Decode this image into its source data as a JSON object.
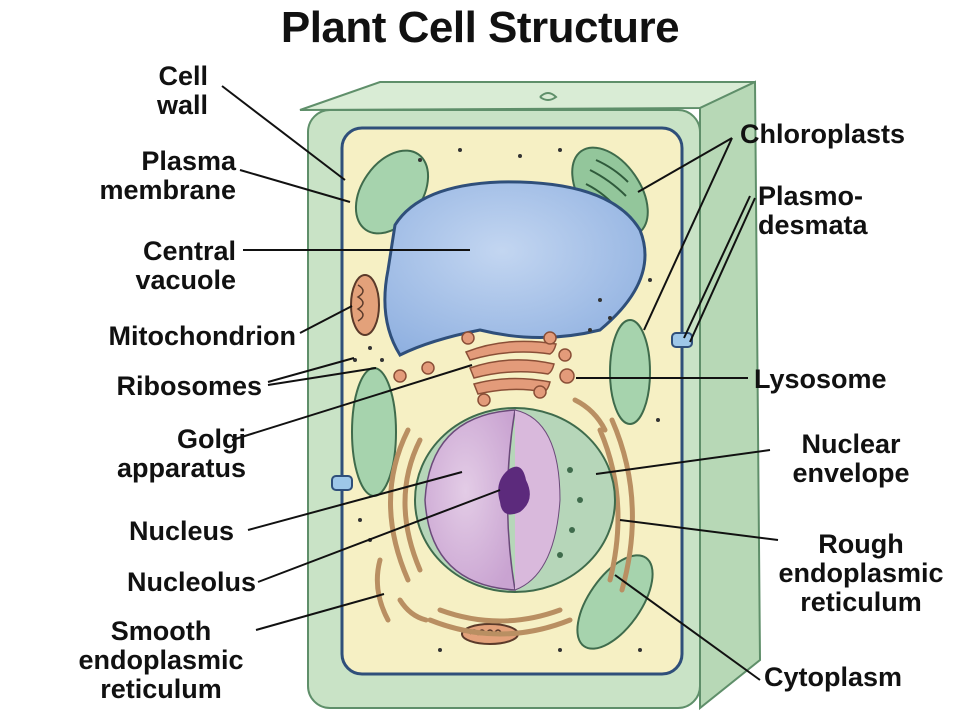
{
  "title": "Plant Cell Structure",
  "labels": {
    "cell_wall": [
      "Cell",
      "wall"
    ],
    "plasma_membrane": [
      "Plasma",
      "membrane"
    ],
    "central_vacuole": [
      "Central",
      "vacuole"
    ],
    "mitochondrion": [
      "Mitochondrion"
    ],
    "ribosomes": [
      "Ribosomes"
    ],
    "golgi": [
      "Golgi",
      "apparatus"
    ],
    "nucleus": [
      "Nucleus"
    ],
    "nucleolus": [
      "Nucleolus"
    ],
    "smooth_er": [
      "Smooth",
      "endoplasmic",
      "reticulum"
    ],
    "chloroplasts": [
      "Chloroplasts"
    ],
    "plasmodesmata": [
      "Plasmo-",
      "desmata"
    ],
    "lysosome": [
      "Lysosome"
    ],
    "nuclear_envelope": [
      "Nuclear",
      "envelope"
    ],
    "rough_er": [
      "Rough",
      "endoplasmic",
      "reticulum"
    ],
    "cytoplasm": [
      "Cytoplasm"
    ]
  },
  "colors": {
    "cell_wall": "#c9e3c6",
    "cell_wall_edge": "#5f8f6a",
    "cytoplasm": "#f6f0c4",
    "membrane": "#2f4f7a",
    "vacuole": "#a9c4ea",
    "chloroplast": "#a6d3ad",
    "nucleus": "#d7b9dc",
    "nucleolus": "#5c2a7c",
    "golgi": "#e39b7a",
    "er": "#c8a27a"
  }
}
